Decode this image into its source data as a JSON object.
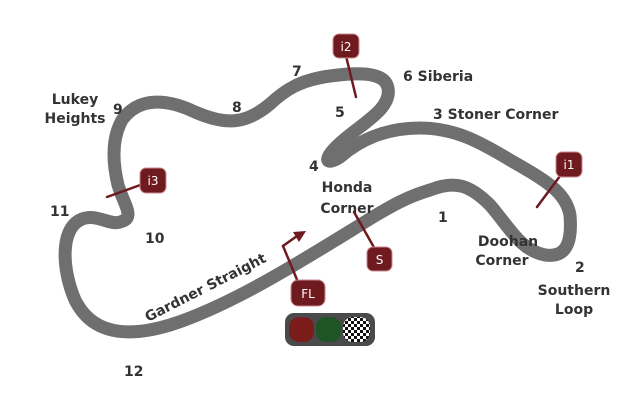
{
  "map": {
    "title": "Phillip Island Circuit",
    "turns": [
      {
        "id": "1",
        "label": "1"
      },
      {
        "id": "2",
        "label": "2"
      },
      {
        "id": "3",
        "label": "3 Stoner Corner"
      },
      {
        "id": "4",
        "label": "4"
      },
      {
        "id": "5",
        "label": "5"
      },
      {
        "id": "6",
        "label": "6 Siberia"
      },
      {
        "id": "7",
        "label": "7"
      },
      {
        "id": "8",
        "label": "8"
      },
      {
        "id": "9",
        "label": "9"
      },
      {
        "id": "10",
        "label": "10"
      },
      {
        "id": "11",
        "label": "11"
      },
      {
        "id": "12",
        "label": "12"
      }
    ],
    "names": {
      "lukey_1": "Lukey",
      "lukey_2": "Heights",
      "honda_1": "Honda",
      "honda_2": "Corner",
      "doohan_1": "Doohan",
      "doohan_2": "Corner",
      "southern_1": "Southern",
      "southern_2": "Loop",
      "gardner": "Gardner Straight"
    },
    "markers": {
      "i1": "i1",
      "i2": "i2",
      "i3": "i3",
      "start": "S",
      "finish_line": "FL"
    },
    "legend": {
      "red_light": "red",
      "green_light": "green",
      "checkered_flag": "checkered"
    },
    "colors": {
      "track": "#6f6f6f",
      "marker": "#6e1a1f",
      "red_light": "#7a1c1a",
      "green_light": "#1e5426",
      "light_box": "#4a4a4a"
    }
  }
}
